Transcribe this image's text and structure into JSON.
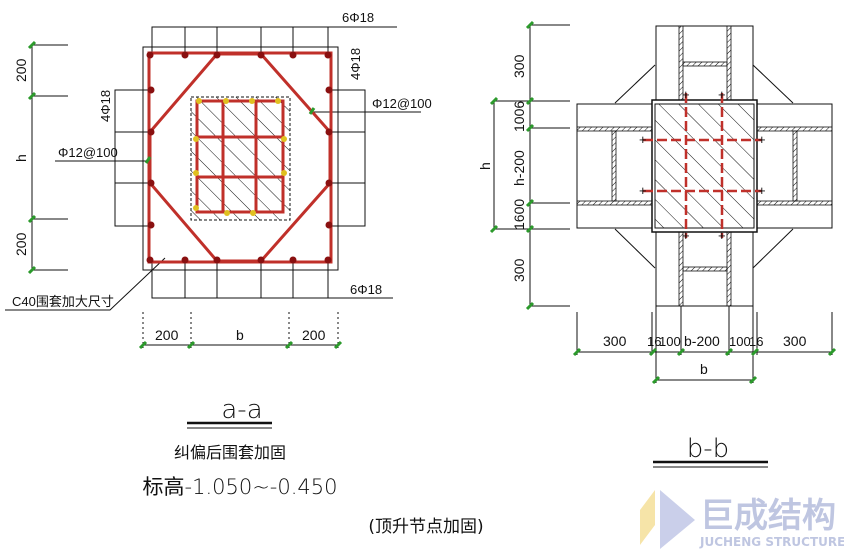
{
  "section_aa": {
    "top_rebar": "6Φ18",
    "bottom_rebar": "6Φ18",
    "left_rebar": "4Φ18",
    "right_rebar": "4Φ18",
    "stirrup_left": "Φ12@100",
    "stirrup_right": "Φ12@100",
    "jacket_note": "C40围套加大尺寸",
    "dims_left": [
      "200",
      "h",
      "200"
    ],
    "dims_bottom": [
      "200",
      "b",
      "200"
    ],
    "title": "a-a",
    "subtitle": "纠偏后围套加固",
    "elevation": "标高-1.050~-0.450"
  },
  "section_bb": {
    "dims_left": [
      "300",
      "1006",
      "h-200",
      "1600",
      "300"
    ],
    "dim_h": "h",
    "dims_bottom": [
      "300",
      "16",
      "100",
      "b-200",
      "100",
      "16",
      "300"
    ],
    "dim_b": "b",
    "title": "b-b"
  },
  "caption": "(顶升节点加固)",
  "watermark": {
    "name": "巨成结构",
    "name_en": "JUCHENG STRUCTURE"
  },
  "colors": {
    "rebar": "#c0302a",
    "dim_marker": "#2c9a2c",
    "watermark": "#aab3d8"
  }
}
